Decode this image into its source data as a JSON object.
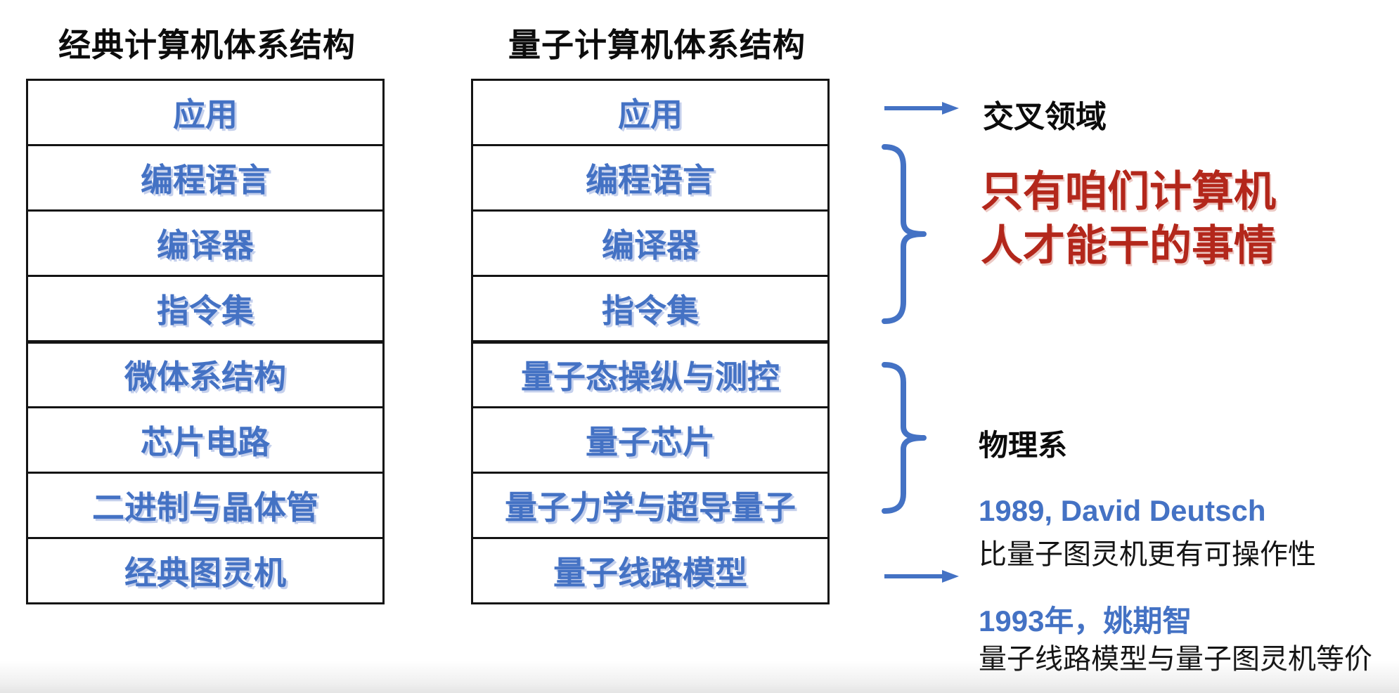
{
  "colors": {
    "accent_blue": "#4472C4",
    "red": "#B3271B",
    "text_black": "#0c0c0c",
    "box_border": "#141414"
  },
  "columns": [
    {
      "title": "经典计算机体系结构",
      "upper": [
        "应用",
        "编程语言",
        "编译器",
        "指令集"
      ],
      "lower": [
        "微体系结构",
        "芯片电路",
        "二进制与晶体管",
        "经典图灵机"
      ]
    },
    {
      "title": "量子计算机体系结构",
      "upper": [
        "应用",
        "编程语言",
        "编译器",
        "指令集"
      ],
      "lower": [
        "量子态操纵与测控",
        "量子芯片",
        "量子力学与超导量子",
        "量子线路模型"
      ]
    }
  ],
  "annotations": {
    "cross_domain": "交叉领域",
    "cs_only_line1": "只有咱们计算机",
    "cs_only_line2": "人才能干的事情",
    "physics": "物理系",
    "deutsch_title": "1989, David Deutsch",
    "deutsch_note": "比量子图灵机更有可操作性",
    "yao_title": "1993年，姚期智",
    "yao_note": "量子线路模型与量子图灵机等价"
  }
}
